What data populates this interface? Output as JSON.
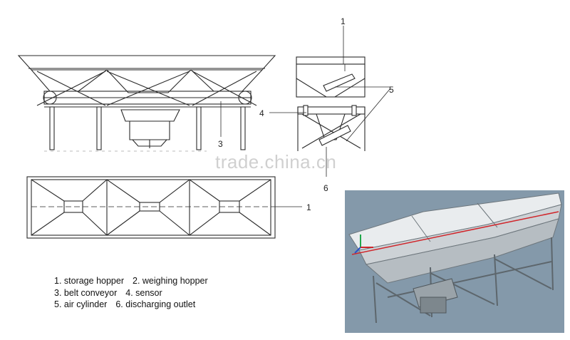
{
  "callouts": {
    "c1_top": "1",
    "c3": "3",
    "c4": "4",
    "c5": "5",
    "c6": "6",
    "c1_bottom": "1"
  },
  "legend": {
    "row1": [
      "1. storage hopper",
      "2. weighing hopper"
    ],
    "row2": [
      "3. belt conveyor",
      "4. sensor"
    ],
    "row3": [
      "5. air cylinder",
      "6. discharging outlet"
    ]
  },
  "watermark": "trade.china.cn",
  "colors": {
    "line": "#2a2a2a",
    "frame_light": "#bfc3c6",
    "photo_bg": "#7f95a6",
    "axis_red": "#d0262b",
    "axis_green": "#1fa84a",
    "axis_blue": "#2a53c9"
  }
}
